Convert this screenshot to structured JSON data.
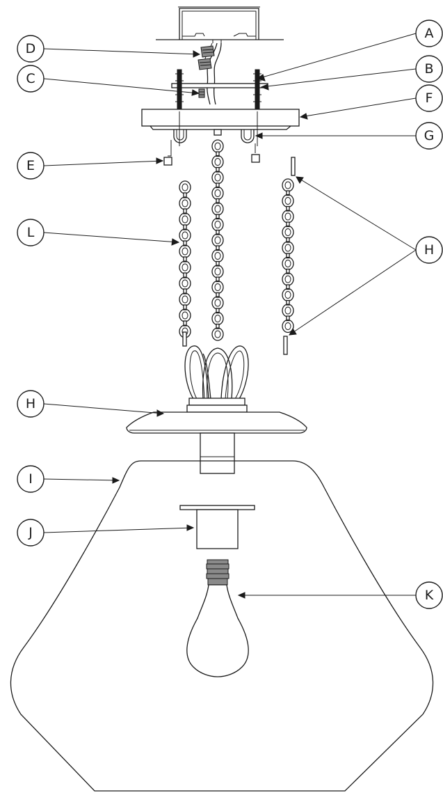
{
  "callouts": [
    {
      "id": "A",
      "text": "A"
    },
    {
      "id": "B",
      "text": "B"
    },
    {
      "id": "C",
      "text": "C"
    },
    {
      "id": "D",
      "text": "D"
    },
    {
      "id": "E",
      "text": "E"
    },
    {
      "id": "F",
      "text": "F"
    },
    {
      "id": "G",
      "text": "G"
    },
    {
      "id": "H1",
      "text": "H"
    },
    {
      "id": "H2",
      "text": "H"
    },
    {
      "id": "I",
      "text": "I"
    },
    {
      "id": "J",
      "text": "J"
    },
    {
      "id": "K",
      "text": "K"
    },
    {
      "id": "L",
      "text": "L"
    }
  ]
}
